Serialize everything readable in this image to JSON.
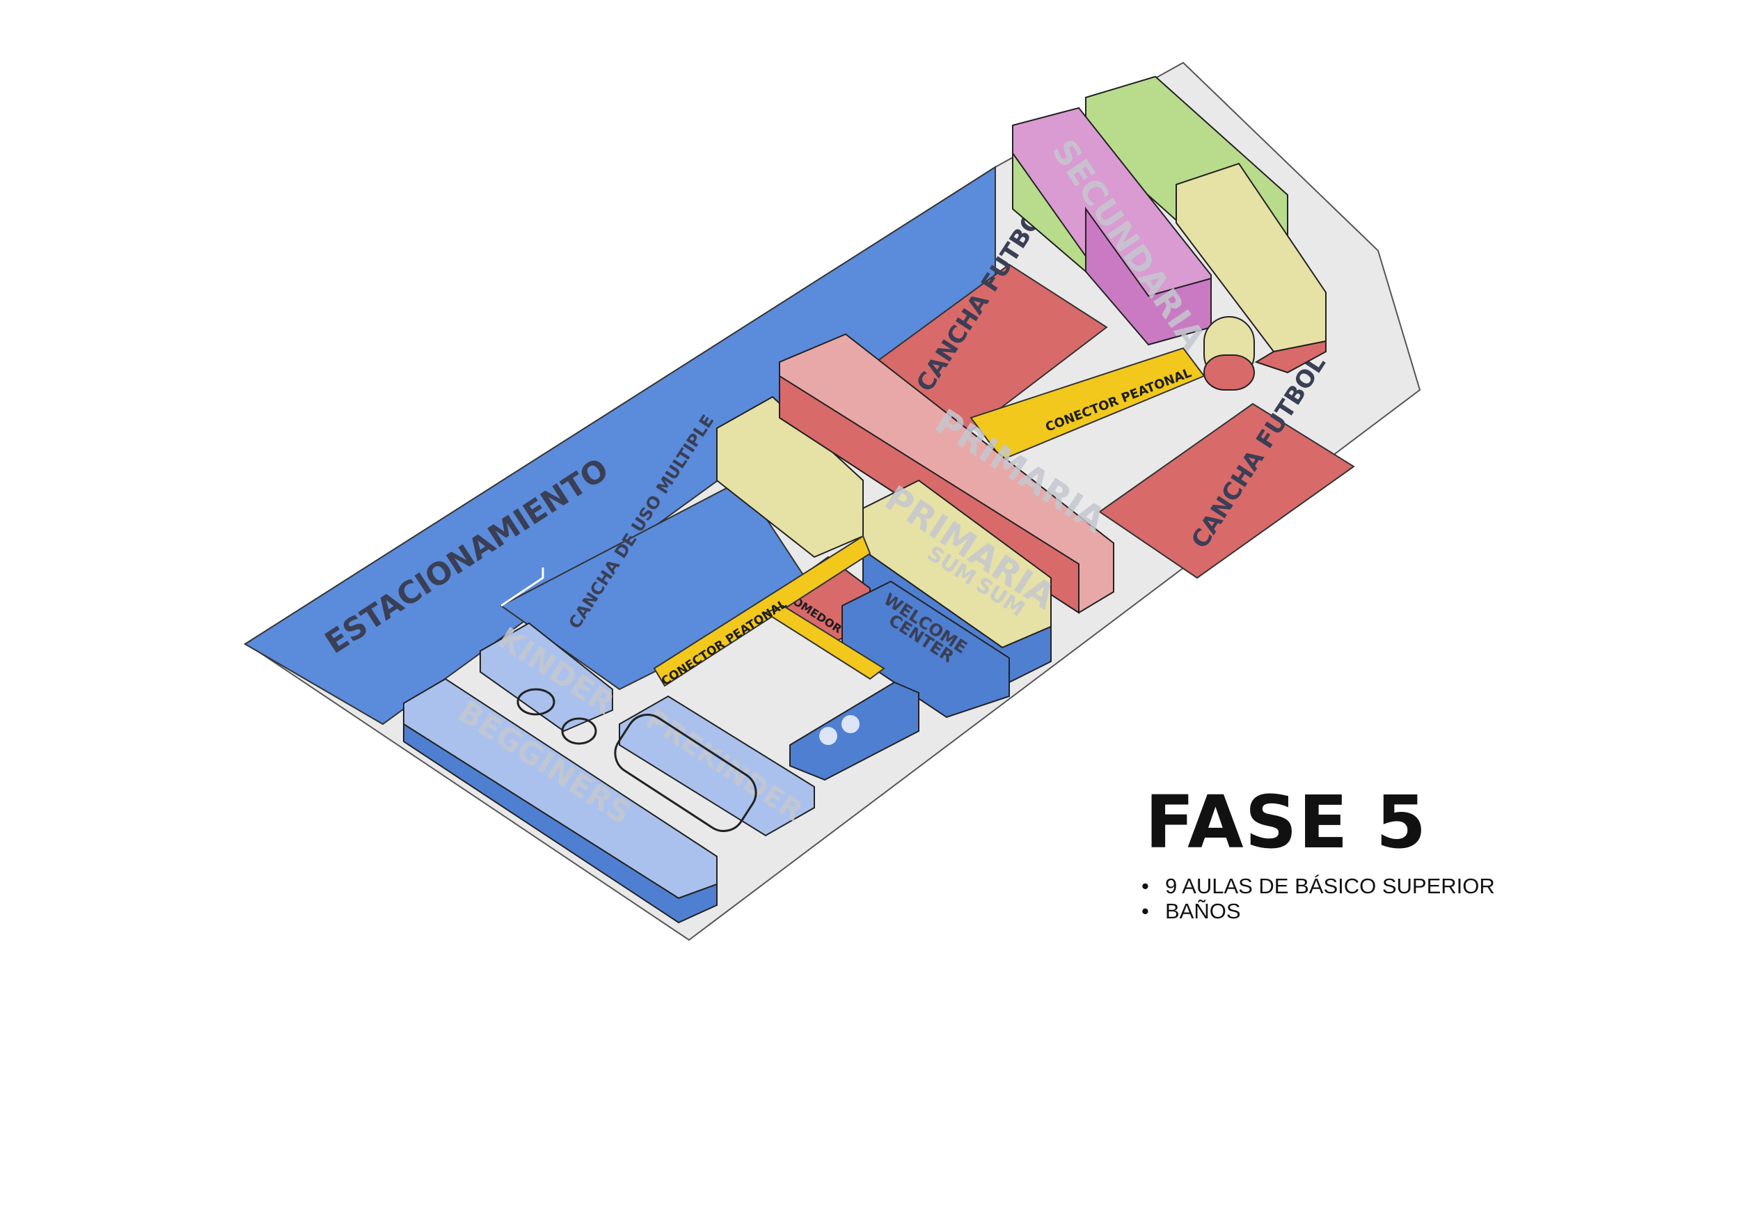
{
  "labels": {
    "estacionamiento": "ESTACIONAMIENTO",
    "cancha_uso_multiple": "CANCHA DE USO MULTIPLE",
    "cancha_futbol_top": "CANCHA FUTBOL",
    "cancha_futbol_right": "CANCHA FUTBOL",
    "secundaria": "SECUNDARIA",
    "primaria_upper": "PRIMARIA",
    "primaria_lower": "PRIMARIA",
    "sum_left": "SUM",
    "sum_right": "SUM",
    "welcome_line1": "WELCOME",
    "welcome_line2": "CENTER",
    "comedor": "COMEDOR",
    "conector_right": "CONECTOR PEATONAL",
    "conector_left": "CONECTOR PEATONAL",
    "kinder": "KINDER",
    "prekinder": "PREKINDER",
    "begginers": "BEGGINERS"
  },
  "phase": {
    "title": "FASE 5",
    "items": [
      "9 AULAS DE BÁSICO SUPERIOR",
      "BAÑOS"
    ]
  },
  "colors": {
    "parking": "#5b8bdb",
    "field": "#d96a6a",
    "connector": "#f2c81c",
    "secondary": "#d99bd2",
    "green_block": "#b8dc8c",
    "cream_block": "#e6e1a5",
    "primary_block": "#e9a8a8",
    "blue_block": "#4f7fd0",
    "light_blue_block": "#a9c1ec",
    "ground": "#e9e9e9"
  }
}
